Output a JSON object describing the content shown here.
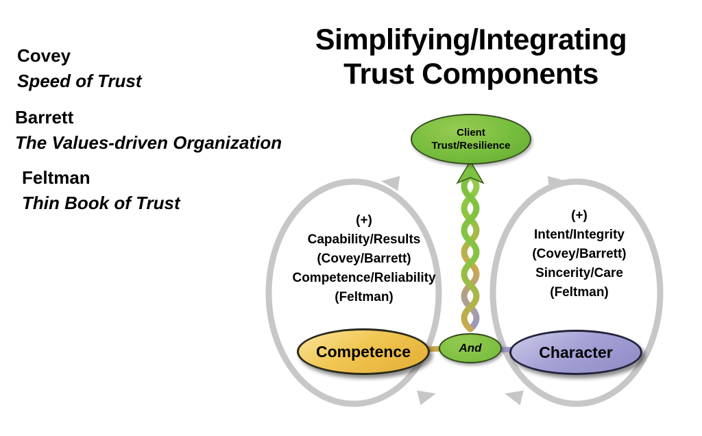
{
  "title": {
    "line1": "Simplifying/Integrating",
    "line2": "Trust Components"
  },
  "references": [
    {
      "author": "Covey",
      "work": "Speed of Trust"
    },
    {
      "author": "Barrett",
      "work": "The Values-driven Organization"
    },
    {
      "author": "Feltman",
      "work": "Thin Book of Trust"
    }
  ],
  "left_loop": {
    "lines": [
      "(+)",
      "Capability/Results",
      "(Covey/Barrett)",
      "Competence/Reliability",
      "(Feltman)"
    ]
  },
  "right_loop": {
    "lines": [
      "(+)",
      "Intent/Integrity",
      "(Covey/Barrett)",
      "Sincerity/Care",
      "(Feltman)"
    ]
  },
  "nodes": {
    "client": {
      "line1": "Client",
      "line2": "Trust/Resilience"
    },
    "competence": {
      "label": "Competence"
    },
    "character": {
      "label": "Character"
    },
    "connector": {
      "label": "And"
    }
  },
  "colors": {
    "client_green": "#76bd3d",
    "competence_gold": "#f0c652",
    "character_purple": "#a5a2d6",
    "loop_gray": "#c7c7c7",
    "rope_green": "#7dc242",
    "rope_gold": "#c9a94e",
    "rope_purple": "#9b97c6"
  }
}
